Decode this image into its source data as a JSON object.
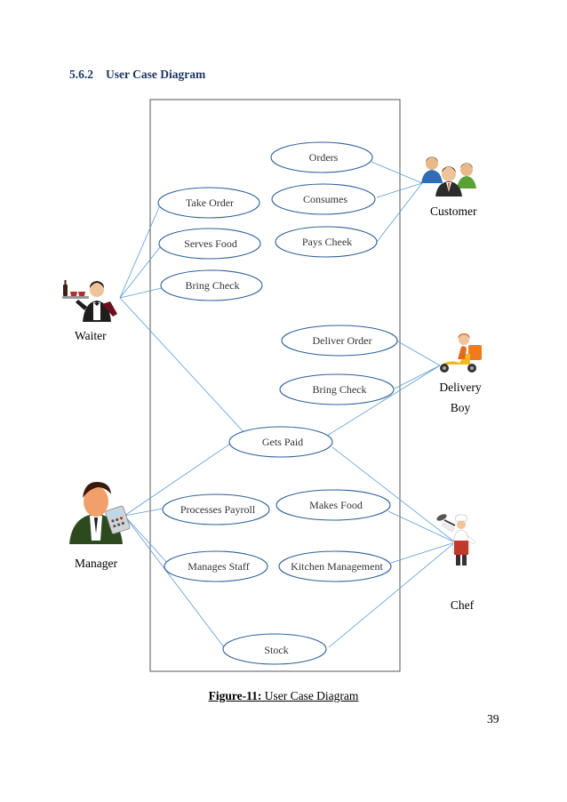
{
  "heading": {
    "number": "5.6.2",
    "title": "User Case Diagram"
  },
  "actors": {
    "customer": {
      "label": "Customer"
    },
    "waiter": {
      "label": "Waiter"
    },
    "delivery": {
      "label_line1": "Delivery",
      "label_line2": "Boy"
    },
    "manager": {
      "label": "Manager"
    },
    "chef": {
      "label": "Chef"
    }
  },
  "use_cases": {
    "orders": "Orders",
    "consumes": "Consumes",
    "pays_check": "Pays Cheek",
    "take_order": "Take Order",
    "serves_food": "Serves Food",
    "bring_check_waiter": "Bring Check",
    "deliver_order": "Deliver Order",
    "bring_check_delivery": "Bring Check",
    "gets_paid": "Gets Paid",
    "processes_payroll": "Processes Payroll",
    "makes_food": "Makes Food",
    "manages_staff": "Manages Staff",
    "kitchen_management": "Kitchen Management",
    "stock": "Stock"
  },
  "caption": {
    "prefix": "Figure-11:",
    "text": " User Case Diagram"
  },
  "page_number": "39",
  "colors": {
    "heading": "#1f3864",
    "ellipse_stroke": "#2e5f9a",
    "association_line": "#5b9bd5",
    "boundary": "#555555"
  }
}
